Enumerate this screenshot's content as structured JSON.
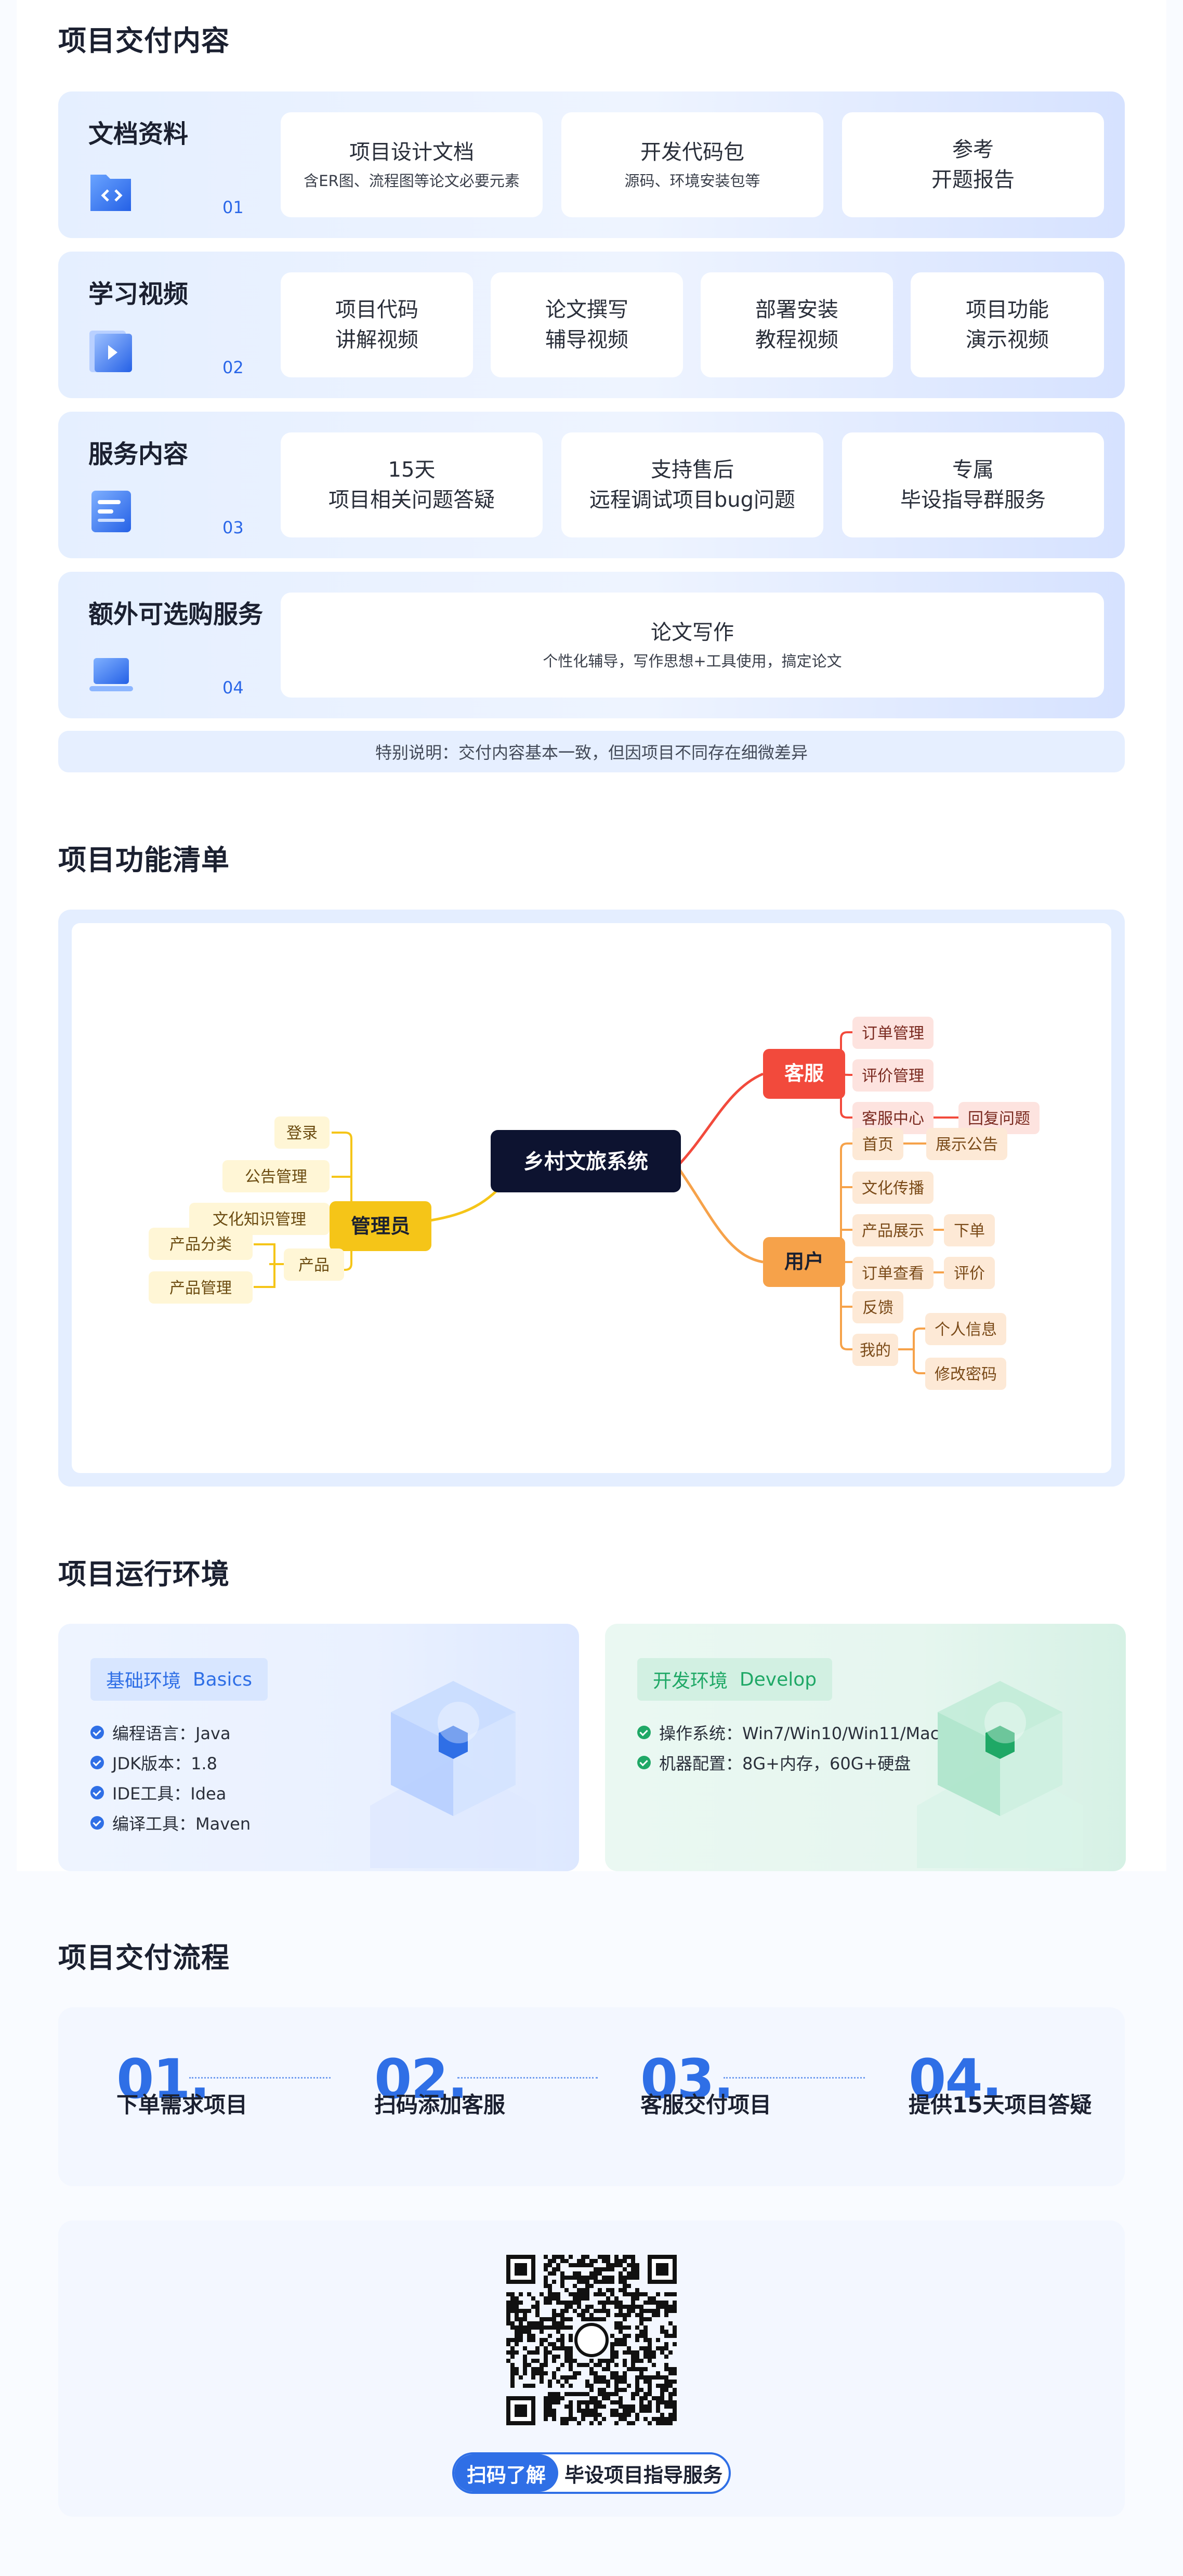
{
  "sections": {
    "delivery_title": "项目交付内容",
    "features_title": "项目功能清单",
    "env_title": "项目运行环境",
    "process_title": "项目交付流程"
  },
  "delivery": {
    "rows": [
      {
        "title": "文档资料",
        "num": "01",
        "icon": "code-doc-icon",
        "cards": [
          {
            "line1": "项目设计文档",
            "sub": "含ER图、流程图等论文必要元素"
          },
          {
            "line1": "开发代码包",
            "sub": "源码、环境安装包等"
          },
          {
            "line1": "参考",
            "line2": "开题报告"
          }
        ]
      },
      {
        "title": "学习视频",
        "num": "02",
        "icon": "video-play-icon",
        "cards": [
          {
            "line1": "项目代码",
            "line2": "讲解视频"
          },
          {
            "line1": "论文撰写",
            "line2": "辅导视频"
          },
          {
            "line1": "部署安装",
            "line2": "教程视频"
          },
          {
            "line1": "项目功能",
            "line2": "演示视频"
          }
        ]
      },
      {
        "title": "服务内容",
        "num": "03",
        "icon": "service-list-icon",
        "cards": [
          {
            "line1": "15天",
            "line2": "项目相关问题答疑"
          },
          {
            "line1": "支持售后",
            "line2": "远程调试项目bug问题"
          },
          {
            "line1": "专属",
            "line2": "毕设指导群服务"
          }
        ]
      },
      {
        "title": "额外可选购服务",
        "num": "04",
        "icon": "laptop-icon",
        "cards": [
          {
            "line1": "论文写作",
            "sub": "个性化辅导，写作思想+工具使用，搞定论文"
          }
        ]
      }
    ],
    "note": "特别说明：交付内容基本一致，但因项目不同存在细微差异"
  },
  "mindmap": {
    "root": "乡村文旅系统",
    "admin": {
      "label": "管理员",
      "items": [
        "登录",
        "公告管理",
        "文化知识管理"
      ],
      "product": "产品",
      "product_items": [
        "产品分类",
        "产品管理"
      ]
    },
    "service": {
      "label": "客服",
      "items": [
        "订单管理",
        "评价管理",
        "客服中心"
      ],
      "sub": "回复问题"
    },
    "user": {
      "label": "用户",
      "items": [
        "首页",
        "文化传播",
        "产品展示",
        "订单查看",
        "反馈",
        "我的"
      ],
      "home_sub": "展示公告",
      "product_sub": "下单",
      "order_sub": "评价",
      "mine_subs": [
        "个人信息",
        "修改密码"
      ]
    },
    "colors": {
      "root": "#0d1330",
      "admin": "#f5c518",
      "service": "#f24a3c",
      "user": "#f6a24a"
    }
  },
  "env": {
    "basic": {
      "label": "基础环境",
      "label_en": "Basics",
      "items": [
        "编程语言：Java",
        "JDK版本：1.8",
        "IDE工具：Idea",
        "编译工具：Maven"
      ],
      "color": "#2f6fe6"
    },
    "dev": {
      "label": "开发环境",
      "label_en": "Develop",
      "items": [
        "操作系统：Win7/Win10/Win11/Mac",
        "机器配置：8G+内存，60G+硬盘"
      ],
      "color": "#1fa866"
    }
  },
  "process": {
    "steps": [
      {
        "num": "01.",
        "label": "下单需求项目"
      },
      {
        "num": "02.",
        "label": "扫码添加客服"
      },
      {
        "num": "03.",
        "label": "客服交付项目"
      },
      {
        "num": "04.",
        "label": "提供15天项目答疑"
      }
    ]
  },
  "qr": {
    "left": "扫码了解",
    "right": "毕设项目指导服务",
    "icon": "wechat-icon"
  }
}
